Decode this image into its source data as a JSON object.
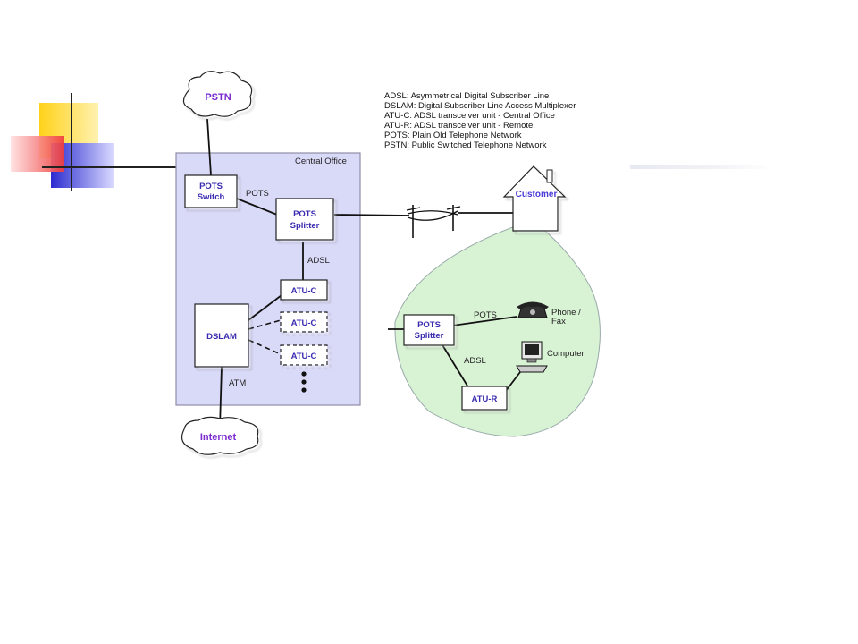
{
  "legend": [
    "ADSL: Asymmetrical Digital Subscriber Line",
    "DSLAM: Digital Subscriber Line Access Multiplexer",
    "ATU-C: ADSL transceiver unit - Central Office",
    "ATU-R: ADSL transceiver unit - Remote",
    "POTS: Plain Old Telephone Network",
    "PSTN: Public Switched Telephone Network"
  ],
  "clouds": {
    "pstn": "PSTN",
    "internet": "Internet"
  },
  "central_office": {
    "title": "Central Office",
    "pots_switch": [
      "POTS",
      "Switch"
    ],
    "pots_splitter": [
      "POTS",
      "Splitter"
    ],
    "atu_c": "ATU-C",
    "dslam": "DSLAM",
    "link_pots": "POTS",
    "link_adsl": "ADSL",
    "link_atm": "ATM"
  },
  "customer": {
    "label": "Customer",
    "pots_splitter": [
      "POTS",
      "Splitter"
    ],
    "atu_r": "ATU-R",
    "link_pots": "POTS",
    "link_adsl": "ADSL",
    "phone_fax": [
      "Phone /",
      "Fax"
    ],
    "computer": "Computer"
  },
  "colors": {
    "office_fill": "#d9d9f8",
    "bubble_fill": "#d8f2d4",
    "deco_yellow": "#ffd21a",
    "deco_red": "#f04040",
    "deco_blue": "#2b2bd0"
  }
}
